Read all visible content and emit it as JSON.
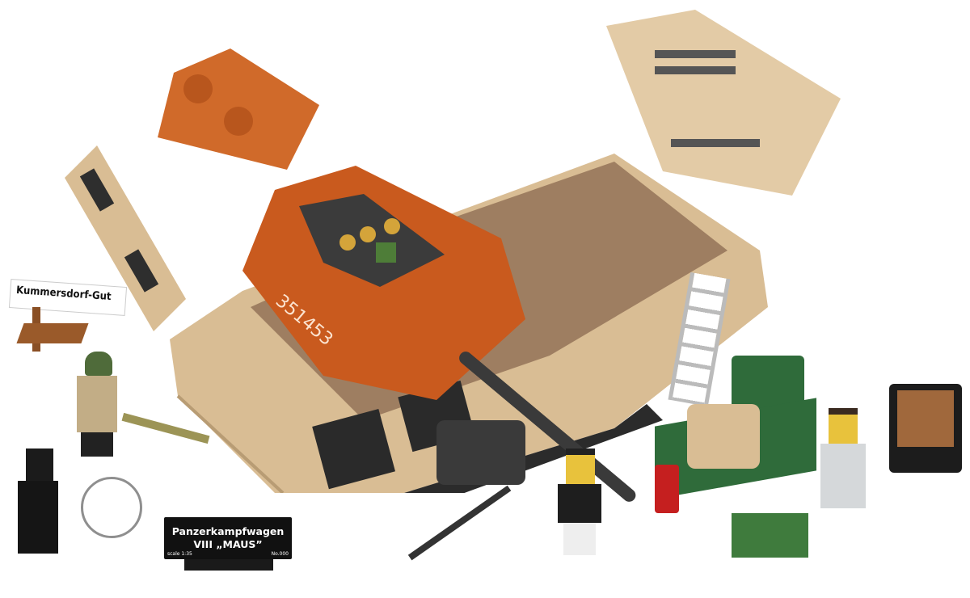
{
  "sign": {
    "text": "Kummersdorf-Gut"
  },
  "turret": {
    "number": "351453"
  },
  "plaque": {
    "line1": "Panzerkampfwagen",
    "line2": "VIII „MAUS”",
    "scale": "scale 1:35",
    "number": "No.000"
  },
  "colors": {
    "hull": "#d9bd94",
    "turret": "#c95a1e",
    "dark": "#3a3a3a",
    "green": "#2f6b3a"
  }
}
